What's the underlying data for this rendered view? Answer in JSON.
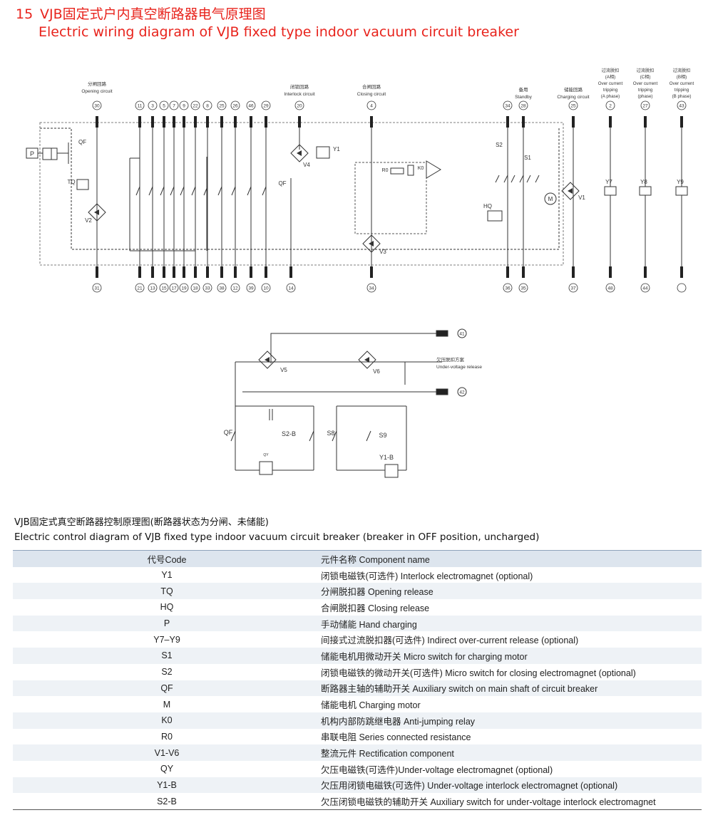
{
  "header": {
    "number": "15",
    "title_cn": "VJB固定式户内真空断路器电气原理图",
    "title_en": "Electric wiring diagram of VJB fixed type indoor vacuum circuit breaker"
  },
  "diagram": {
    "labels": {
      "opening_cn": "分闸回路",
      "opening_en": "Opening circuit",
      "interlock_cn": "闭锁回路",
      "interlock_en": "Interlock circuit",
      "closing_cn": "合闸回路",
      "closing_en": "Closing circuit",
      "standby_cn": "备用",
      "standby_en": "Standby",
      "charging_cn": "储能回路",
      "charging_en": "Charging circuit",
      "oc_a_1": "过流脱扣",
      "oc_a_2": "(A相)",
      "oc_a_3": "Over current",
      "oc_a_4": "tripping",
      "oc_a_5": "(A phase)",
      "oc_c_1": "过流脱扣",
      "oc_c_2": "(C相)",
      "oc_c_3": "Over current",
      "oc_c_4": "tripping",
      "oc_c_5": "(phase)",
      "oc_b_1": "过流脱扣",
      "oc_b_2": "(B相)",
      "oc_b_3": "Over current",
      "oc_b_4": "tripping",
      "oc_b_5": "(B phase)",
      "uv_cn": "欠压脱扣方案",
      "uv_en": "Under-voltage release"
    },
    "components": {
      "P": "P",
      "QF": "QF",
      "TQ": "TQ",
      "V2": "V2",
      "V4": "V4",
      "Y1": "Y1",
      "V3": "V3",
      "R0": "R0",
      "K0": "K0",
      "HQ": "HQ",
      "S2": "S2",
      "S1": "S1",
      "M": "M",
      "V1": "V1",
      "Y7": "Y7",
      "Y8": "Y8",
      "Y9": "Y9",
      "V5": "V5",
      "V6": "V6",
      "S2B": "S2-B",
      "S8": "S8",
      "S9": "S9",
      "Y1B": "Y1-B",
      "QY": "QY",
      "QF2": "QF"
    },
    "top_terminals": [
      "30",
      "11",
      "3",
      "5",
      "7",
      "9",
      "22",
      "8",
      "25",
      "26",
      "46",
      "29",
      "20",
      "4",
      "34",
      "28",
      "25",
      "2",
      "27",
      "43"
    ],
    "bottom_terminals": [
      "31",
      "21",
      "13",
      "15",
      "17",
      "19",
      "18",
      "33",
      "38",
      "12",
      "39",
      "10",
      "14",
      "34",
      "36",
      "35",
      "37",
      "48",
      "44"
    ],
    "uv_terminals": [
      "41",
      "42"
    ]
  },
  "caption": {
    "cn": "VJB固定式真空断路器控制原理图(断路器状态为分闸、未储能)",
    "en": "Electric control diagram of VJB fixed type indoor vacuum circuit breaker (breaker in OFF position, uncharged)"
  },
  "table": {
    "header": {
      "code": "代号Code",
      "name": "元件名称 Component name"
    },
    "rows": [
      {
        "code": "Y1",
        "name": "闭锁电磁铁(可选件) Interlock electromagnet (optional)"
      },
      {
        "code": "TQ",
        "name": "分闸脱扣器 Opening release"
      },
      {
        "code": "HQ",
        "name": "合闸脱扣器 Closing release"
      },
      {
        "code": "P",
        "name": "手动储能 Hand charging"
      },
      {
        "code": "Y7–Y9",
        "name": "间接式过流脱扣器(可选件) Indirect over-current release (optional)"
      },
      {
        "code": "S1",
        "name": "储能电机用微动开关 Micro switch for charging motor"
      },
      {
        "code": "S2",
        "name": "闭锁电磁铁的微动开关(可选件) Micro switch for closing electromagnet (optional)"
      },
      {
        "code": "QF",
        "name": "断路器主轴的辅助开关 Auxiliary switch on main shaft of circuit breaker"
      },
      {
        "code": "M",
        "name": "储能电机 Charging motor"
      },
      {
        "code": "K0",
        "name": "机构内部防跳继电器 Anti-jumping relay"
      },
      {
        "code": "R0",
        "name": "串联电阻 Series connected resistance"
      },
      {
        "code": "V1-V6",
        "name": "整流元件 Rectification component"
      },
      {
        "code": "QY",
        "name": "欠压电磁铁(可选件)Under-voltage electromagnet (optional)"
      },
      {
        "code": "Y1-B",
        "name": "欠压用闭锁电磁铁(可选件) Under-voltage interlock electromagnet (optional)"
      },
      {
        "code": "S2-B",
        "name": "欠压闭锁电磁铁的辅助开关 Auxiliary switch for under-voltage interlock electromagnet"
      }
    ]
  }
}
